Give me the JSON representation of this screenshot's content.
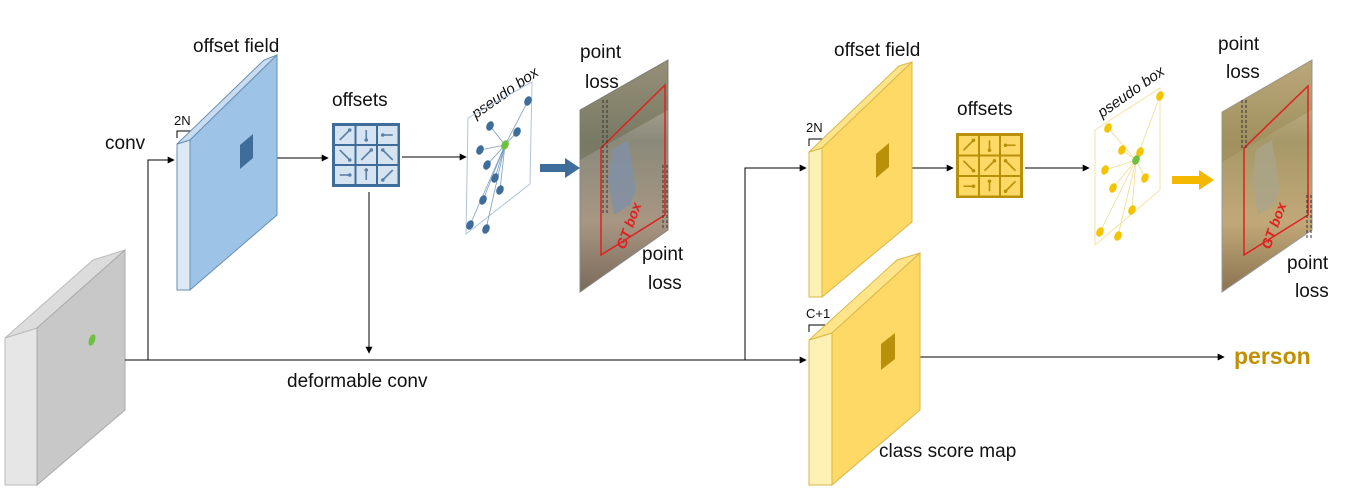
{
  "labels": {
    "conv": "conv",
    "offset_field_1": "offset field",
    "offsets_1": "offsets",
    "dim_2n_1": "2N",
    "pseudo_box_1": "pseudo box",
    "point_loss_1a_line1": "point",
    "point_loss_1a_line2": "loss",
    "point_loss_1b_line1": "point",
    "point_loss_1b_line2": "loss",
    "gt_box_1": "GT box",
    "deformable_conv": "deformable conv",
    "offset_field_2": "offset field",
    "offsets_2": "offsets",
    "dim_2n_2": "2N",
    "pseudo_box_2": "pseudo box",
    "point_loss_2a_line1": "point",
    "point_loss_2a_line2": "loss",
    "point_loss_2b_line1": "point",
    "point_loss_2b_line2": "loss",
    "gt_box_2": "GT box",
    "dim_c1": "C+1",
    "class_score_map": "class score map",
    "person": "person"
  },
  "colors": {
    "blue_face": "#9dc3e6",
    "blue_side": "#dce9f5",
    "blue_dark": "#3f6d9a",
    "yellow_face": "#ffd966",
    "yellow_side": "#fff0b3",
    "yellow_dark": "#b8900a",
    "gray_face": "#c8c8c8",
    "gray_side": "#e6e6e6",
    "green_dot": "#70c040",
    "gt_red": "#e02020",
    "person_gold": "#c09000",
    "arrow_gold": "#f5b800"
  }
}
